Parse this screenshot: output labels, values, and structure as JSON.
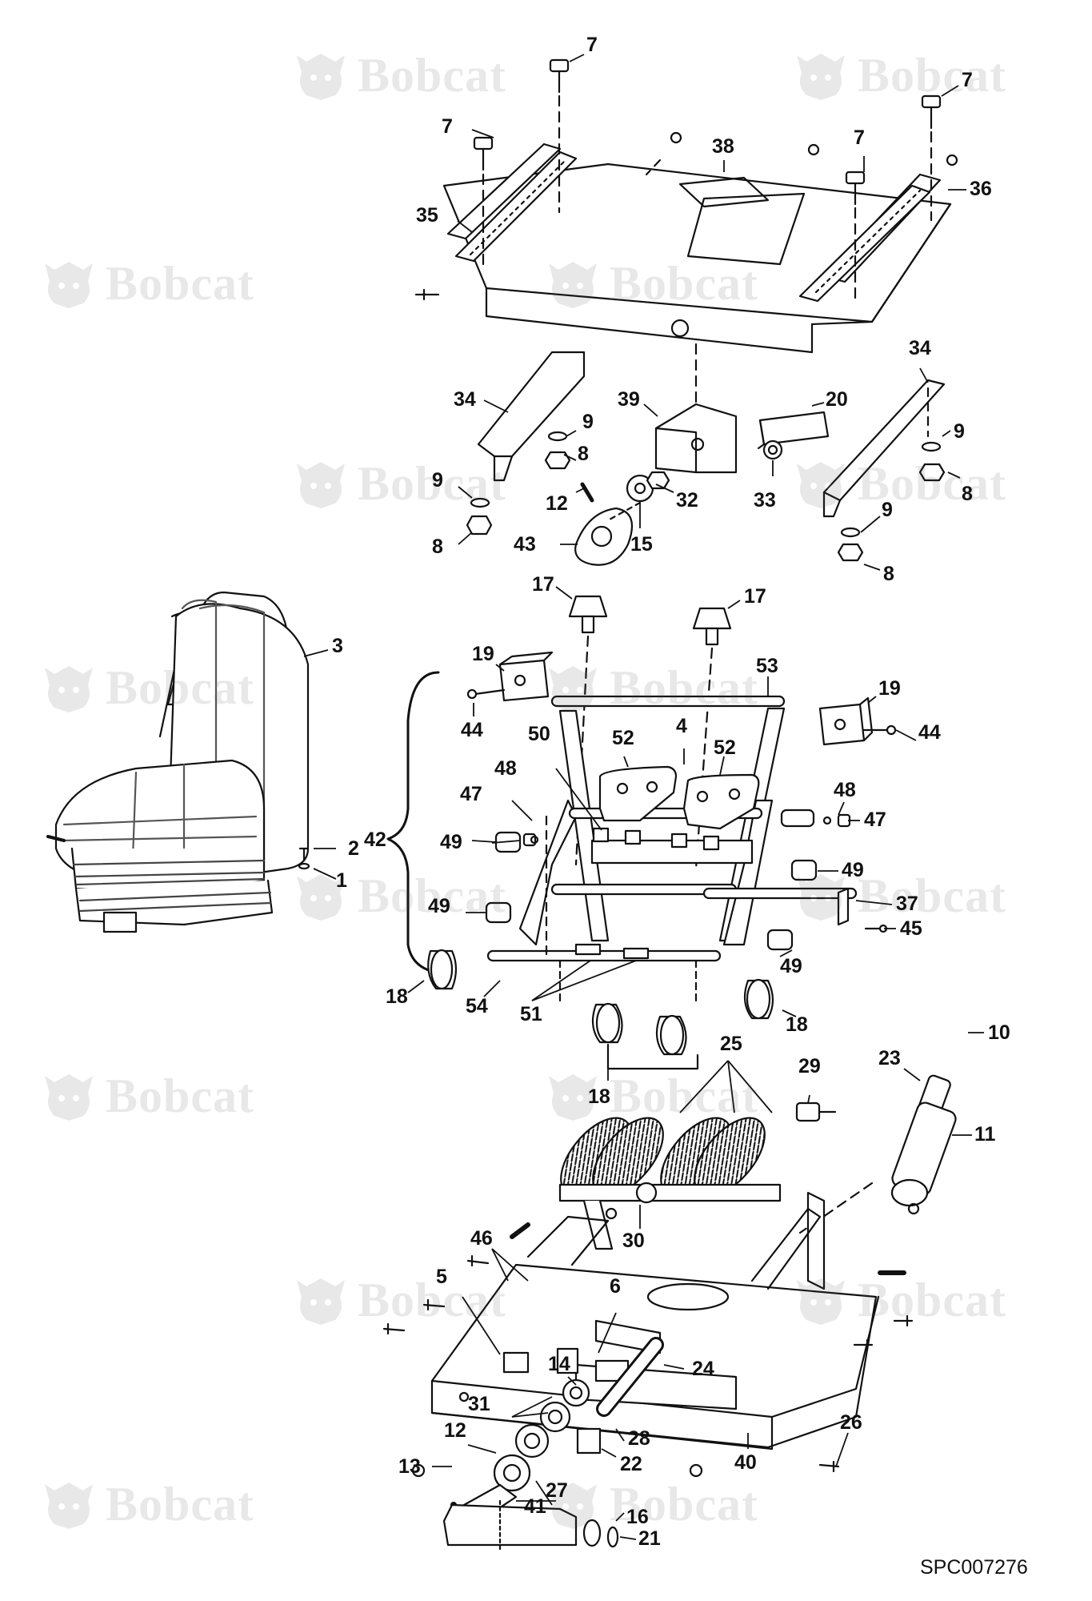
{
  "watermark": {
    "text": "Bobcat",
    "icon": "bobcat-logo-icon"
  },
  "drawing_code": "SPC007276",
  "callouts": {
    "c7a": "7",
    "c7b": "7",
    "c7c": "7",
    "c7d": "7",
    "c38": "38",
    "c35": "35",
    "c36": "36",
    "c34a": "34",
    "c34b": "34",
    "c9a": "9",
    "c9b": "9",
    "c9c": "9",
    "c9d": "9",
    "c8a": "8",
    "c8b": "8",
    "c8c": "8",
    "c8d": "8",
    "c39": "39",
    "c20": "20",
    "c12a": "12",
    "c32": "32",
    "c33": "33",
    "c43": "43",
    "c15": "15",
    "c17a": "17",
    "c17b": "17",
    "c3": "3",
    "c2": "2",
    "c1": "1",
    "c19a": "19",
    "c19b": "19",
    "c53": "53",
    "c44a": "44",
    "c44b": "44",
    "c50": "50",
    "c4": "4",
    "c52a": "52",
    "c52b": "52",
    "c48a": "48",
    "c48b": "48",
    "c47a": "47",
    "c47b": "47",
    "c42": "42",
    "c49a": "49",
    "c49b": "49",
    "c49c": "49",
    "c49d": "49",
    "c37": "37",
    "c45": "45",
    "c18a": "18",
    "c18b": "18",
    "c18c": "18",
    "c54": "54",
    "c51": "51",
    "c25": "25",
    "c10": "10",
    "c23": "23",
    "c29": "29",
    "c11": "11",
    "c30": "30",
    "c46": "46",
    "c5": "5",
    "c6": "6",
    "c14": "14",
    "c24": "24",
    "c31": "31",
    "c12b": "12",
    "c28": "28",
    "c13": "13",
    "c27": "27",
    "c22": "22",
    "c40": "40",
    "c26": "26",
    "c41": "41",
    "c16": "16",
    "c21": "21"
  }
}
